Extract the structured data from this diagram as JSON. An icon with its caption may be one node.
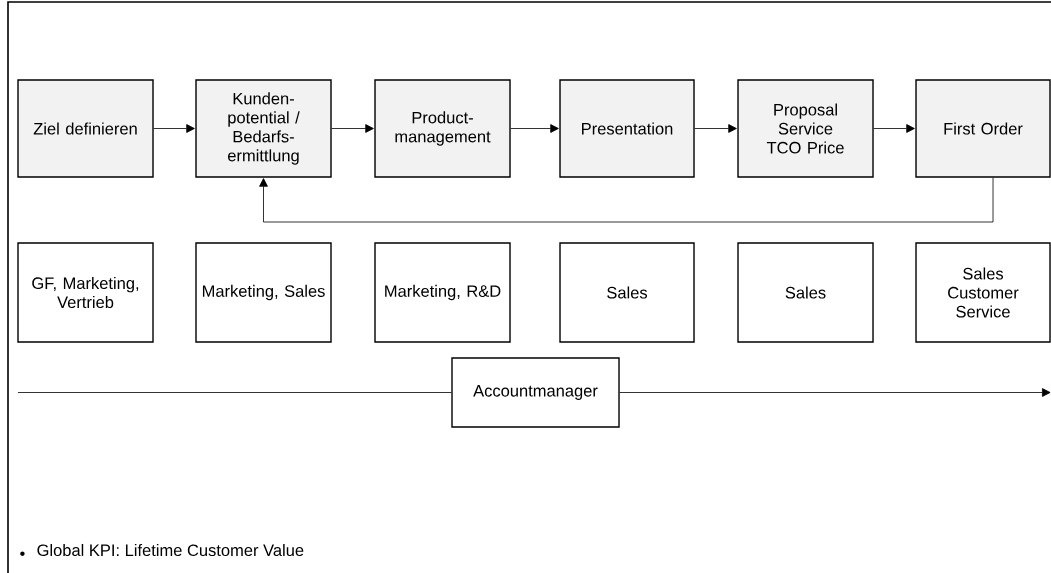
{
  "diagram": {
    "nodes": [
      {
        "text": [
          "Ziel definieren"
        ]
      },
      {
        "text": [
          "Kunden- potential / Bedarfs- ermittlung"
        ]
      },
      {
        "text": [
          "Product- management"
        ]
      },
      {
        "text": [
          "Presentation"
        ]
      },
      {
        "text": [
          "Proposal Service TCO Price"
        ]
      },
      {
        "text": [
          "First Order"
        ]
      },
      {
        "text": [
          "GF, Marketing, Vertrieb"
        ]
      },
      {
        "text": [
          "Marketing, Sales"
        ]
      },
      {
        "text": [
          "Marketing, R&D"
        ]
      },
      {
        "text": [
          "Sales"
        ]
      },
      {
        "text": [
          "Sales"
        ]
      },
      {
        "text": [
          "Sales Customer Service"
        ]
      },
      {
        "text": [
          "Accountmanager"
        ]
      }
    ],
    "edges": [
      {
        "from": 0,
        "to": 1,
        "arrow": "to"
      },
      {
        "from": 1,
        "to": 2,
        "arrow": "to"
      },
      {
        "from": 2,
        "to": 3,
        "arrow": "to"
      },
      {
        "from": 3,
        "to": 4,
        "arrow": "to"
      },
      {
        "from": 4,
        "to": 5,
        "arrow": "to"
      },
      {
        "from": 5,
        "to": 1,
        "arrow": "to"
      },
      {
        "from": null,
        "to": 12,
        "arrow": "none"
      },
      {
        "from": 12,
        "to": null,
        "arrow": "to"
      }
    ],
    "labels": [
      "Global KPI: Lifetime Customer Value"
    ]
  }
}
